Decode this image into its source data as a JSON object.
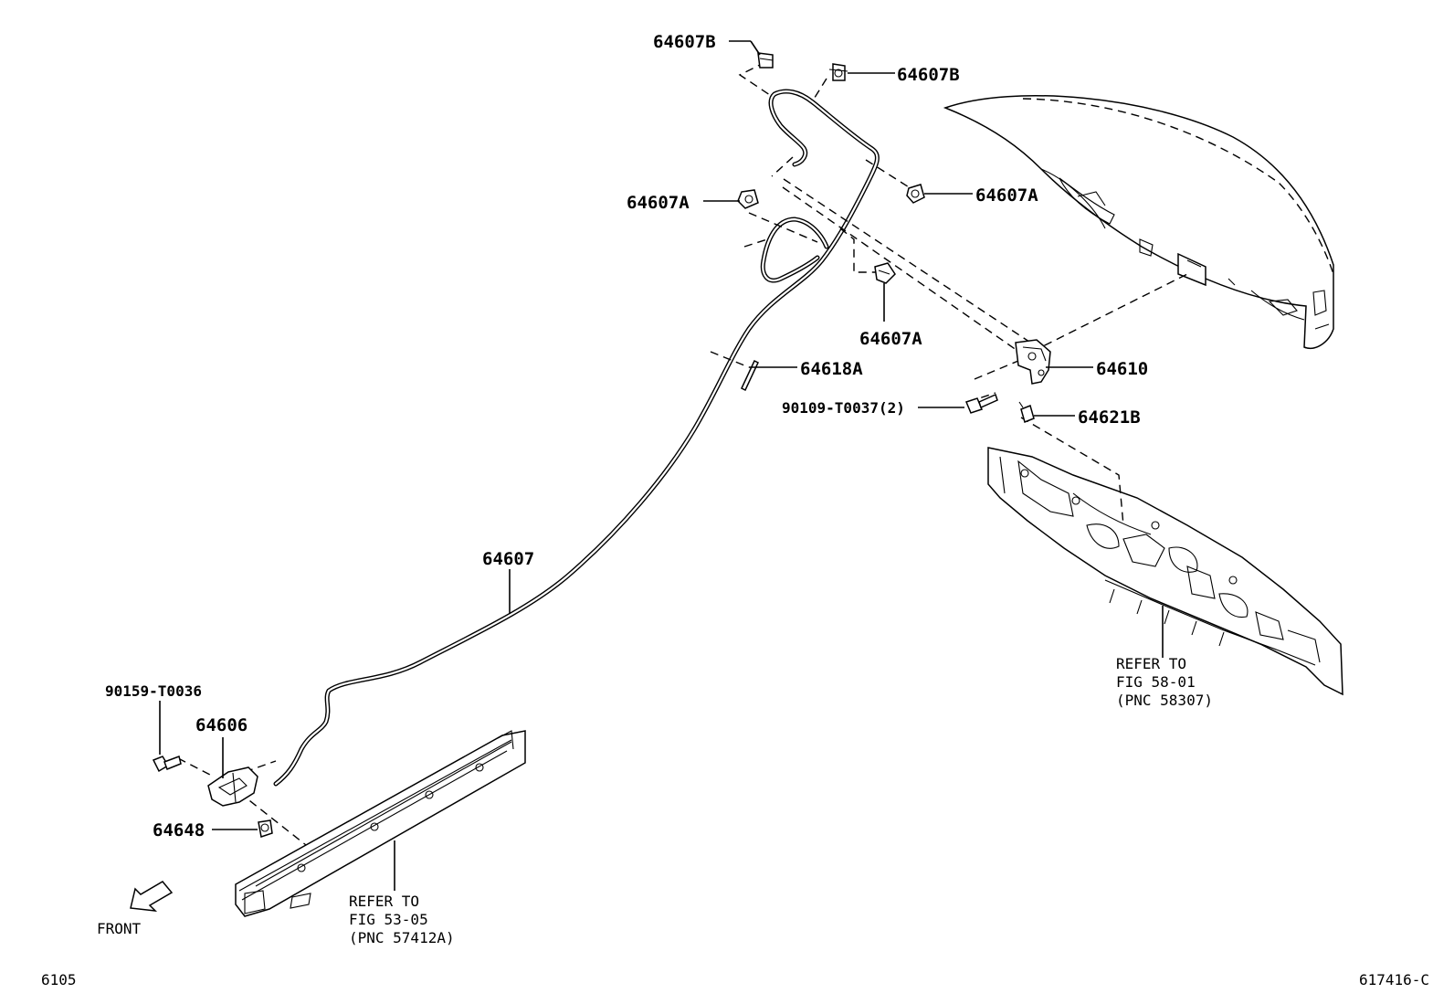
{
  "callouts": {
    "c64607B_1": "64607B",
    "c64607B_2": "64607B",
    "c64607A_1": "64607A",
    "c64607A_2": "64607A",
    "c64607A_3": "64607A",
    "c64618A": "64618A",
    "c64610": "64610",
    "c90109": "90109-T0037(2)",
    "c64621B": "64621B",
    "c64607": "64607",
    "c90159": "90159-T0036",
    "c64606": "64606",
    "c64648": "64648"
  },
  "refs": {
    "ref_5801": {
      "line1": "REFER TO",
      "line2": "FIG 58-01",
      "line3": "(PNC 58307)"
    },
    "ref_5305": {
      "line1": "REFER TO",
      "line2": "FIG 53-05",
      "line3": "(PNC 57412A)"
    }
  },
  "front_label": "FRONT",
  "corner": {
    "left": "6105",
    "right": "617416-C"
  }
}
